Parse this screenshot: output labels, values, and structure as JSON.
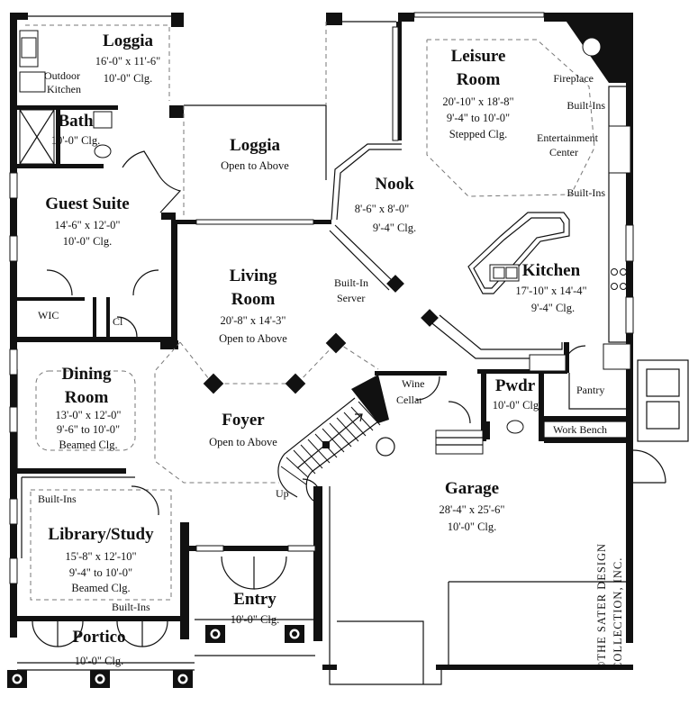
{
  "rooms": {
    "loggia_back": {
      "name": "Loggia",
      "size": "16'-0\" x 11'-6\"",
      "ceiling": "10'-0\" Clg."
    },
    "bath": {
      "name": "Bath",
      "ceiling": "10'-0\" Clg."
    },
    "loggia_open": {
      "name": "Loggia",
      "note": "Open to Above"
    },
    "leisure": {
      "name_line1": "Leisure",
      "name_line2": "Room",
      "size": "20'-10\" x 18'-8\"",
      "ceiling": "9'-4\" to 10'-0\"",
      "ceiling2": "Stepped Clg."
    },
    "nook": {
      "name": "Nook",
      "size": "8'-6\" x 8'-0\"",
      "ceiling": "9'-4\" Clg."
    },
    "guest_suite": {
      "name": "Guest Suite",
      "size": "14'-6\" x 12'-0\"",
      "ceiling": "10'-0\" Clg."
    },
    "living": {
      "name_line1": "Living",
      "name_line2": "Room",
      "size": "20'-8\" x 14'-3\"",
      "note": "Open to Above"
    },
    "kitchen": {
      "name": "Kitchen",
      "size": "17'-10\" x 14'-4\"",
      "ceiling": "9'-4\" Clg."
    },
    "dining": {
      "name_line1": "Dining",
      "name_line2": "Room",
      "size": "13'-0\" x 12'-0\"",
      "ceiling": "9'-6\" to 10'-0\"",
      "ceiling2": "Beamed Clg."
    },
    "foyer": {
      "name": "Foyer",
      "note": "Open to Above"
    },
    "pwdr": {
      "name": "Pwdr",
      "ceiling": "10'-0\" Clg."
    },
    "garage": {
      "name": "Garage",
      "size": "28'-4\" x 25'-6\"",
      "ceiling": "10'-0\" Clg."
    },
    "library": {
      "name": "Library/Study",
      "size": "15'-8\" x 12'-10\"",
      "ceiling": "9'-4\" to 10'-0\"",
      "ceiling2": "Beamed Clg."
    },
    "entry": {
      "name": "Entry",
      "ceiling": "10'-0\" Clg."
    },
    "portico": {
      "name": "Portico",
      "ceiling": "10'-0\" Clg."
    }
  },
  "labels": {
    "outdoor_kitchen_1": "Outdoor",
    "outdoor_kitchen_2": "Kitchen",
    "fireplace": "Fireplace",
    "built_ins_1": "Built-Ins",
    "entertainment_1": "Entertainment",
    "entertainment_2": "Center",
    "built_ins_2": "Built-Ins",
    "built_in_server_1": "Built-In",
    "built_in_server_2": "Server",
    "wic": "WIC",
    "cl": "Cl",
    "wine_cellar_1": "Wine",
    "wine_cellar_2": "Cellar",
    "pantry": "Pantry",
    "work_bench": "Work Bench",
    "built_ins_library": "Built-Ins",
    "built_ins_library_2": "Built-Ins",
    "up": "Up"
  },
  "copyright": {
    "line1": "©THE SATER DESIGN",
    "line2": "COLLECTION, INC."
  }
}
